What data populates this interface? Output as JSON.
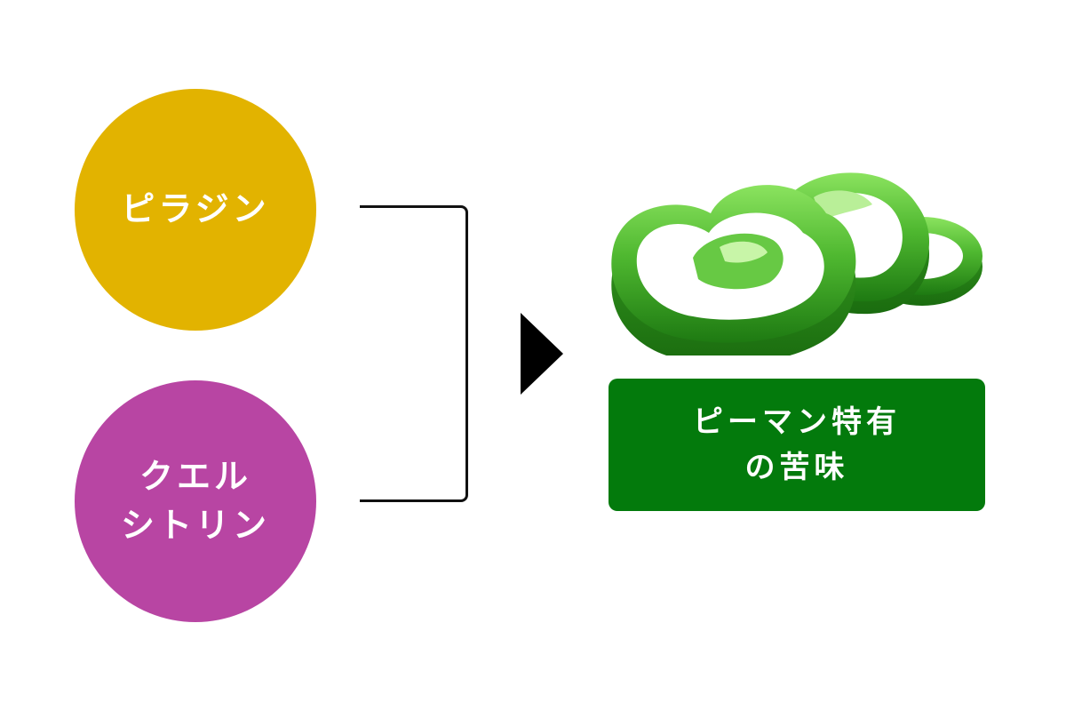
{
  "colors": {
    "pyrazine": "#e2b300",
    "quercitrin": "#b845a3",
    "result": "#037a0c",
    "connector": "#111111",
    "pepper_light": "#7ed957",
    "pepper_mid": "#3ea326",
    "pepper_dark": "#1f7d13"
  },
  "nodes": [
    {
      "id": "pyrazine",
      "label": "ピラジン"
    },
    {
      "id": "quercitrin",
      "label": "クエル\nシトリン"
    }
  ],
  "result": {
    "label": "ピーマン特有\nの苦味"
  },
  "images": {
    "pepper": "green-bell-pepper-slices"
  }
}
